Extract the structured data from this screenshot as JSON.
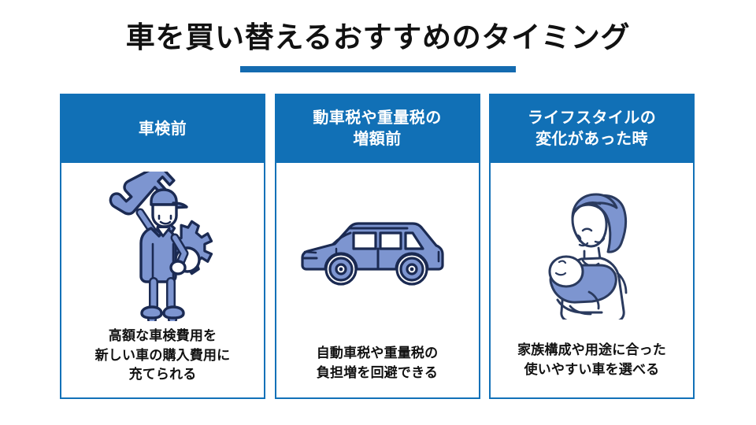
{
  "slide": {
    "background_color": "#ffffff",
    "title": "車を買い替えるおすすめのタイミング",
    "accent_color": "#146BB0",
    "header_color": "#1170B6",
    "border_color": "#1271B8",
    "illustration_fill": "#7D95D0",
    "illustration_outline": "#1B2A52",
    "text_color": "#111111"
  },
  "cards": [
    {
      "header": "車検前",
      "icon": "mechanic-with-wrench-and-gear-icon",
      "caption": "高額な車検費用を\n新しい車の購入費用に\n充てられる"
    },
    {
      "header": "動車税や重量税の\n増額前",
      "icon": "car-side-view-icon",
      "caption": "自動車税や重量税の\n負担増を回避できる"
    },
    {
      "header": "ライフスタイルの\n変化があった時",
      "icon": "mother-holding-baby-icon",
      "caption": "家族構成や用途に合った\n使いやすい車を選べる"
    }
  ]
}
